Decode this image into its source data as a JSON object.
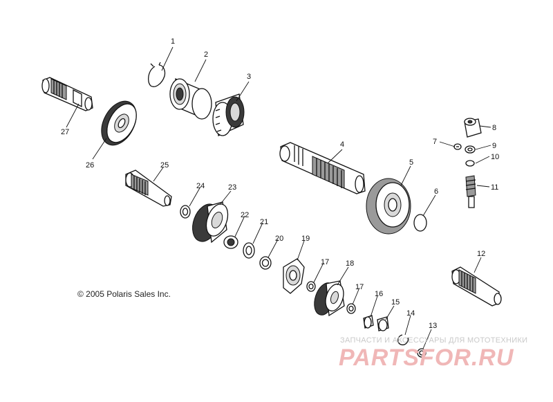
{
  "copyright": "© 2005 Polaris Sales Inc.",
  "watermark": {
    "subtitle": "ЗАПЧАСТИ И АКСЕССУАРЫ ДЛЯ МОТОТЕХНИКИ",
    "logo_text": "PARTSFOR.RU",
    "color": "#f0b7b7"
  },
  "callouts": [
    "1",
    "2",
    "3",
    "4",
    "5",
    "6",
    "7",
    "8",
    "9",
    "10",
    "11",
    "12",
    "13",
    "14",
    "15",
    "16",
    "17",
    "17",
    "18",
    "19",
    "20",
    "21",
    "22",
    "23",
    "24",
    "25",
    "26",
    "27"
  ]
}
